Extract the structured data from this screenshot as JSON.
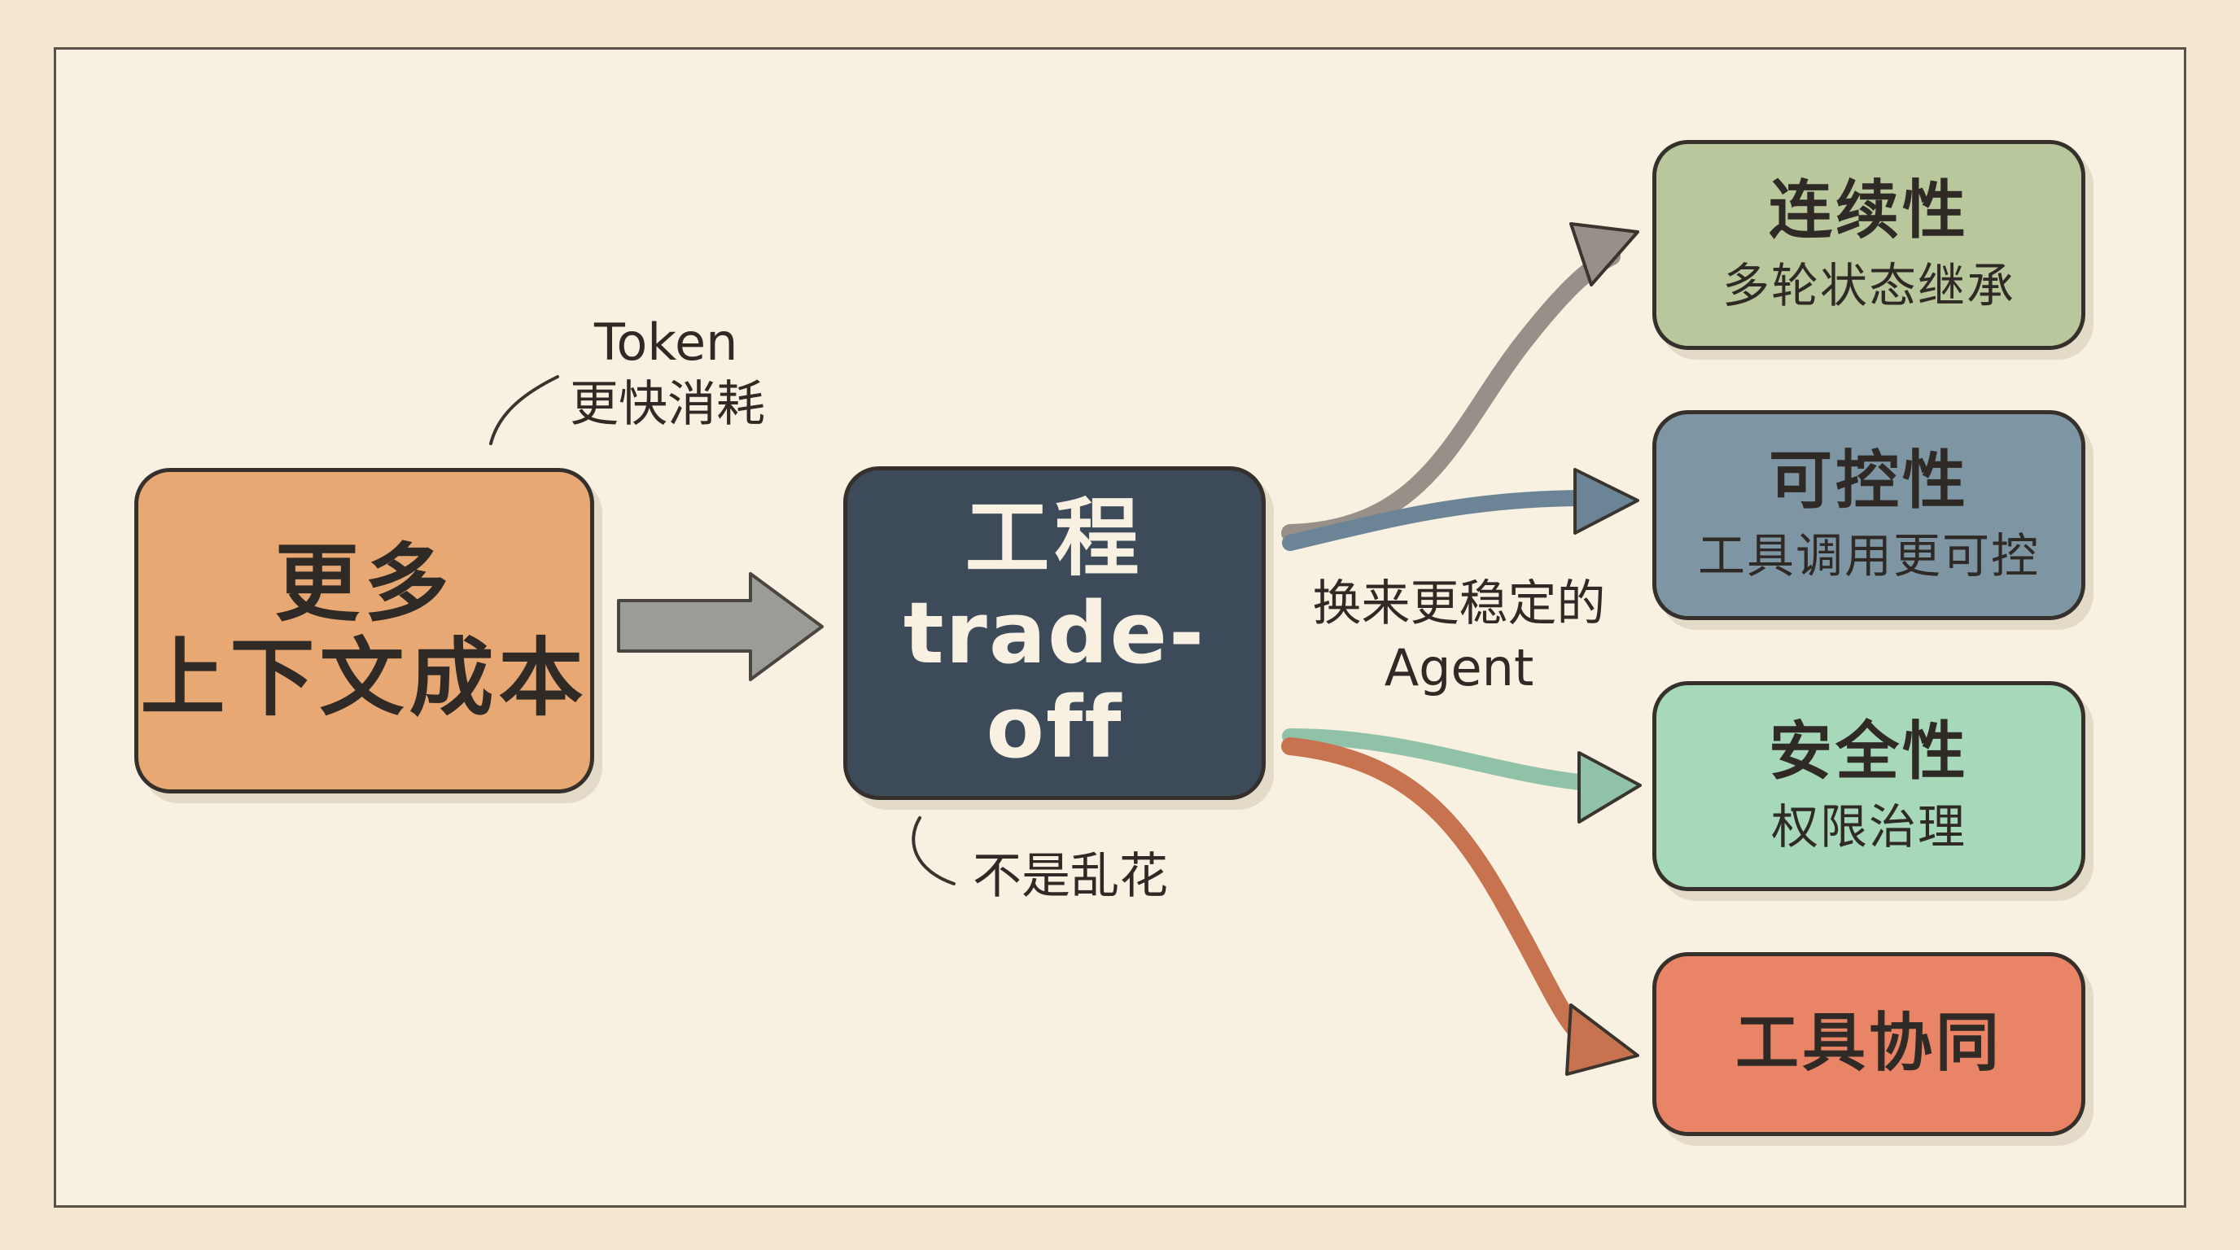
{
  "colors": {
    "source_box": "#e7a873",
    "center_box": "#3d4a5a",
    "continuity_box": "#b9c79c",
    "control_box": "#7e95a4",
    "safety_box": "#a6d8b9",
    "tools_box": "#ea8466",
    "arrow_gray": "#9b9b98",
    "arrow_continuity": "#969088",
    "arrow_control": "#6c8596",
    "arrow_safety": "#90c2a8",
    "arrow_tools": "#c8734f"
  },
  "source": {
    "line1": "更多",
    "line2": "上下文成本"
  },
  "center": {
    "line1": "工程",
    "line2": "trade-off"
  },
  "notes": {
    "token_line1": "Token",
    "token_line2": "更快消耗",
    "not_random": "不是乱花",
    "result_line1": "换来更稳定的",
    "result_line2": "Agent"
  },
  "outcomes": [
    {
      "title": "连续性",
      "subtitle": "多轮状态继承"
    },
    {
      "title": "可控性",
      "subtitle": "工具调用更可控"
    },
    {
      "title": "安全性",
      "subtitle": "权限治理"
    },
    {
      "title": "工具协同"
    }
  ]
}
